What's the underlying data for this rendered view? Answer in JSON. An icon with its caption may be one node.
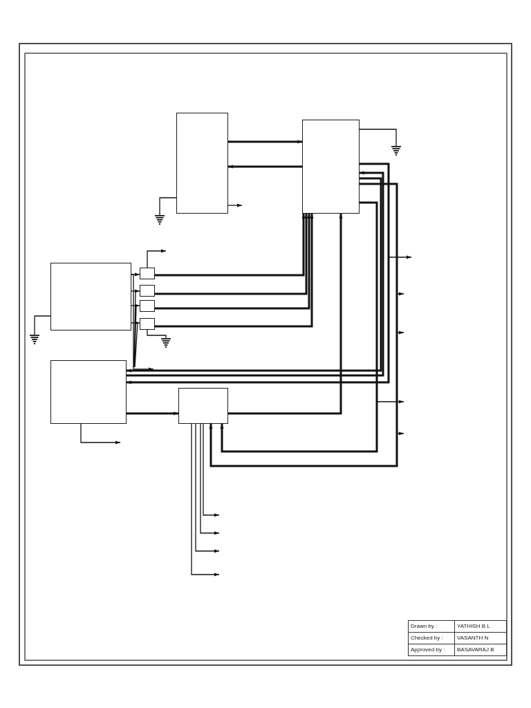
{
  "diagram": {
    "nodes": [
      {
        "text": [],
        "shape": "box"
      },
      {
        "text": [],
        "shape": "box"
      },
      {
        "text": [],
        "shape": "ground"
      },
      {
        "text": [],
        "shape": "ground"
      },
      {
        "text": [],
        "shape": "box"
      },
      {
        "text": [],
        "shape": "box"
      },
      {
        "text": [],
        "shape": "box"
      },
      {
        "text": [],
        "shape": "box"
      },
      {
        "text": [],
        "shape": "box"
      },
      {
        "text": [],
        "shape": "ground"
      },
      {
        "text": [],
        "shape": "ground"
      },
      {
        "text": [],
        "shape": "box"
      },
      {
        "text": [],
        "shape": "box"
      }
    ],
    "edges": [
      {
        "from": 0,
        "to": 1,
        "arrow": "to",
        "style": "thick"
      },
      {
        "from": 1,
        "to": 0,
        "arrow": "to",
        "style": "thick"
      },
      {
        "from": 0,
        "to": 3,
        "arrow": "none"
      },
      {
        "from": 0,
        "to": null,
        "arrow": "to"
      },
      {
        "from": 1,
        "to": 2,
        "arrow": "none"
      },
      {
        "from": 4,
        "to": 5,
        "arrow": "to"
      },
      {
        "from": 4,
        "to": 6,
        "arrow": "to"
      },
      {
        "from": 4,
        "to": 7,
        "arrow": "to"
      },
      {
        "from": 4,
        "to": 8,
        "arrow": "to"
      },
      {
        "from": 5,
        "to": null,
        "arrow": "to"
      },
      {
        "from": 4,
        "to": null,
        "arrow": "to"
      },
      {
        "from": 4,
        "to": 9,
        "arrow": "none"
      },
      {
        "from": 8,
        "to": 10,
        "arrow": "none"
      },
      {
        "from": 5,
        "to": 1,
        "arrow": "to",
        "style": "thick"
      },
      {
        "from": 6,
        "to": 1,
        "arrow": "to",
        "style": "thick"
      },
      {
        "from": 7,
        "to": 1,
        "arrow": "to",
        "style": "thick"
      },
      {
        "from": 8,
        "to": 1,
        "arrow": "to",
        "style": "thick"
      },
      {
        "from": 1,
        "to": 11,
        "arrow": "to",
        "style": "thick"
      },
      {
        "from": 1,
        "to": null,
        "arrow": "to"
      },
      {
        "from": 11,
        "to": 1,
        "arrow": "to",
        "style": "thick"
      },
      {
        "from": 1,
        "to": 11,
        "arrow": "to",
        "style": "thick"
      },
      {
        "from": 1,
        "to": 12,
        "arrow": "to",
        "style": "thick"
      },
      {
        "from": 1,
        "to": null,
        "arrow": "to"
      },
      {
        "from": 1,
        "to": null,
        "arrow": "to"
      },
      {
        "from": 1,
        "to": null,
        "arrow": "to"
      },
      {
        "from": 1,
        "to": 12,
        "arrow": "to",
        "style": "thick"
      },
      {
        "from": 1,
        "to": null,
        "arrow": "to"
      },
      {
        "from": 11,
        "to": 12,
        "arrow": "to",
        "style": "thick"
      },
      {
        "from": 11,
        "to": null,
        "arrow": "to"
      },
      {
        "from": 12,
        "to": 1,
        "arrow": "to",
        "style": "thick"
      },
      {
        "from": 12,
        "to": null,
        "arrow": "to"
      },
      {
        "from": 12,
        "to": null,
        "arrow": "to"
      },
      {
        "from": 12,
        "to": null,
        "arrow": "to"
      },
      {
        "from": 12,
        "to": null,
        "arrow": "to"
      }
    ],
    "labels": [
      "Drawn by :",
      "YATHISH B L",
      "Checked by :",
      "VASANTH N",
      "Approved by :",
      "BASAVARAJ B"
    ]
  }
}
